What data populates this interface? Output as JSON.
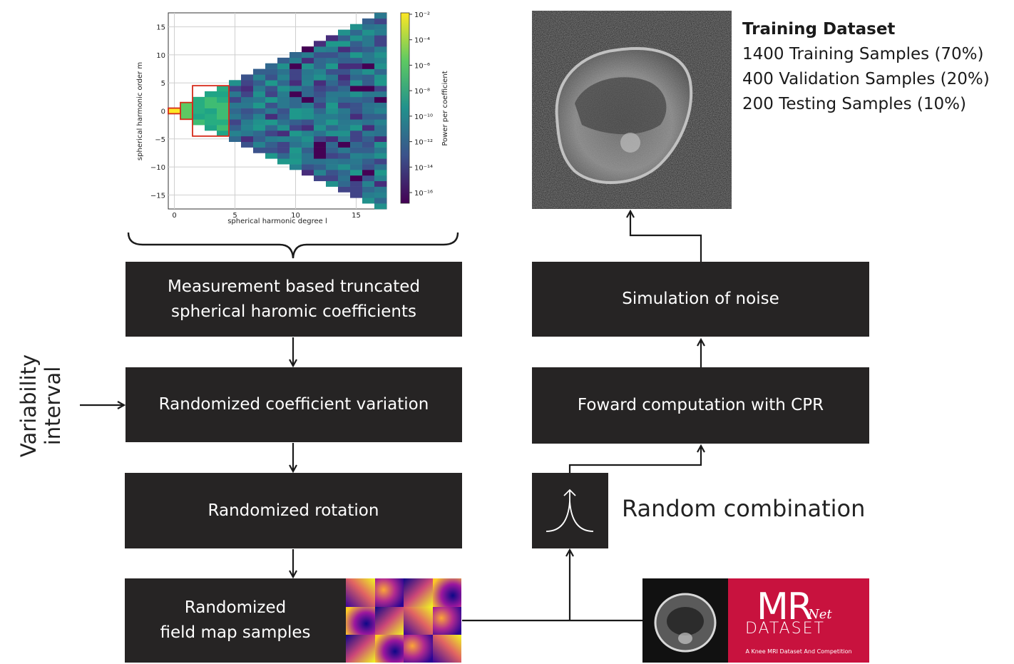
{
  "chart_data": {
    "type": "heatmap",
    "xlabel": "spherical harmonic degree l",
    "ylabel": "spherical harmonic order m",
    "colorbar_label": "Power per coefficient",
    "x_ticks": [
      "0",
      "5",
      "10",
      "15"
    ],
    "y_ticks": [
      "15",
      "10",
      "5",
      "0",
      "−5",
      "−10",
      "−15"
    ],
    "colorbar_ticks": [
      "10⁻²",
      "10⁻⁴",
      "10⁻⁶",
      "10⁻⁸",
      "10⁻¹⁰",
      "10⁻¹²",
      "10⁻¹⁴",
      "10⁻¹⁶"
    ],
    "xlim": [
      -0.5,
      17.5
    ],
    "ylim": [
      -17.5,
      17.5
    ],
    "max_degree": 17,
    "highlighted_degrees": [
      0,
      1,
      2,
      3,
      4
    ],
    "grid": true,
    "colormap": "viridis"
  },
  "boxes": {
    "measurement": [
      "Measurement based truncated",
      "spherical haromic coefficients"
    ],
    "coefficient_variation": "Randomized coefficient variation",
    "rotation": "Randomized rotation",
    "field_map": [
      "Randomized",
      "field map samples"
    ],
    "noise": "Simulation of noise",
    "forward": "Foward computation with CPR"
  },
  "side_label": [
    "Variability",
    "interval"
  ],
  "random_combination": "Random combination",
  "dataset_info": {
    "title": "Training Dataset",
    "lines": [
      "1400 Training Samples (70%)",
      "400 Validation Samples (20%)",
      "200 Testing Samples (10%)"
    ]
  },
  "mrnet": {
    "logo_main": "MR",
    "logo_sub": "Net",
    "logo_word": "DATASET",
    "tagline": "A Knee MRI Dataset And Competition"
  },
  "colors": {
    "box": "#262424",
    "mrnet_red": "#c8123e",
    "highlight": "#d62a1a"
  }
}
